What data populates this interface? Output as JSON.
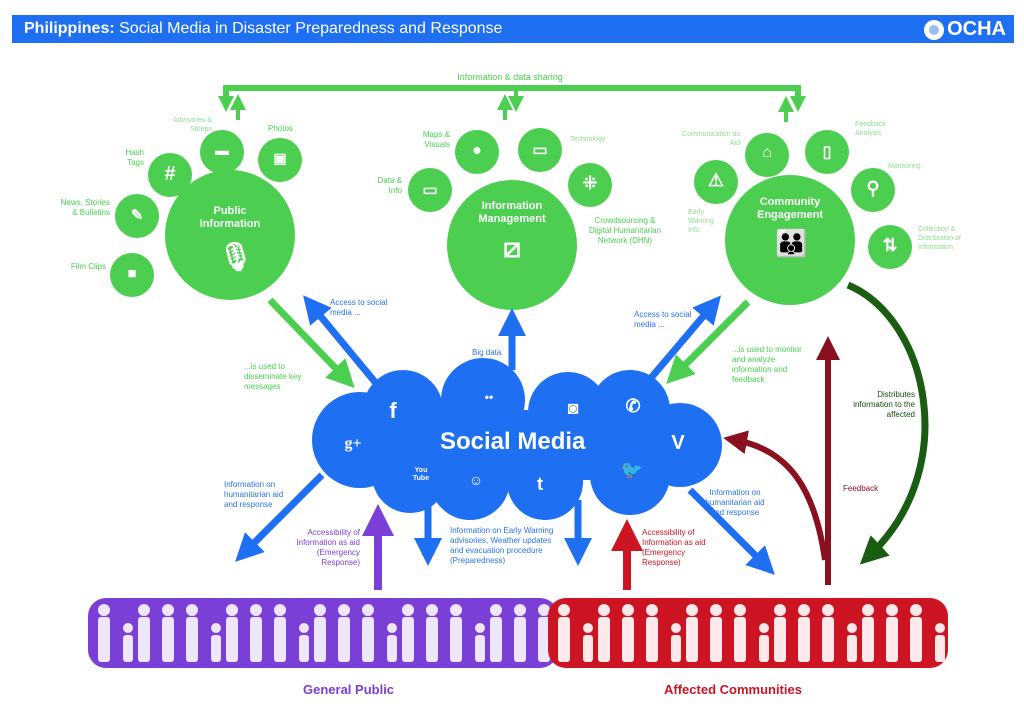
{
  "header": {
    "title_bold": "Philippines:",
    "title_rest": " Social Media in Disaster Preparedness and Response",
    "logo_text": "OCHA",
    "logo_icon": "un-emblem-icon"
  },
  "colors": {
    "header_blue": "#1f6ff2",
    "green": "#4ccf50",
    "social_blue": "#1f6ff2",
    "purple": "#7a3fd6",
    "red": "#cc1422",
    "dark_red": "#8a1020",
    "dark_green": "#1a5c12"
  },
  "top_bar": {
    "label": "Information & data sharing"
  },
  "hubs": {
    "public_information": {
      "title_line1": "Public",
      "title_line2": "Information",
      "satellites": [
        {
          "label": "Advisories & Sitreps",
          "icon": "speech-bubble-icon"
        },
        {
          "label": "Photos",
          "icon": "camera-icon"
        },
        {
          "label": "Hash Tags",
          "icon": "hashtag-icon"
        },
        {
          "label": "News, Stories & Bulletins",
          "icon": "document-edit-icon"
        },
        {
          "label": "Film Clips",
          "icon": "video-camera-icon"
        }
      ]
    },
    "information_management": {
      "title_line1": "Information",
      "title_line2": "Management",
      "satellites": [
        {
          "label": "Maps & Visuals",
          "icon": "map-pin-icon"
        },
        {
          "label": "Technology",
          "icon": "laptop-icon"
        },
        {
          "label": "Data & Info",
          "icon": "folder-icon"
        },
        {
          "label": "Crowdsourcing & Digital Humanitarian Network (DHN)",
          "icon": "network-icon"
        }
      ]
    },
    "community_engagement": {
      "title_line1": "Community",
      "title_line2": "Engagement",
      "satellites": [
        {
          "label": "Communication as Aid",
          "icon": "radio-aid-icon"
        },
        {
          "label": "Feedback Analysis",
          "icon": "clipboard-icon"
        },
        {
          "label": "Monitoring",
          "icon": "magnifier-icon"
        },
        {
          "label": "Early Warning Info",
          "icon": "warning-icon"
        },
        {
          "label": "Collection & Distribution of Information",
          "icon": "up-down-arrows-icon"
        }
      ]
    }
  },
  "social_media": {
    "title": "Social Media",
    "platforms": [
      {
        "name": "facebook",
        "glyph": "f"
      },
      {
        "name": "flickr",
        "glyph": "••"
      },
      {
        "name": "instagram",
        "glyph": "◙"
      },
      {
        "name": "whatsapp",
        "glyph": "✆"
      },
      {
        "name": "google-plus",
        "glyph": "g+"
      },
      {
        "name": "vine",
        "glyph": "V"
      },
      {
        "name": "youtube",
        "glyph": "You Tube"
      },
      {
        "name": "reddit",
        "glyph": "☺"
      },
      {
        "name": "tumblr",
        "glyph": "t"
      },
      {
        "name": "twitter",
        "glyph": "🐦"
      }
    ]
  },
  "flows": {
    "access_left": "Access to social media ...",
    "disseminate": "...is used to disseminate key messages",
    "big_data": "Big data",
    "access_right": "Access to social media ...",
    "monitor": "...is used to monitor and analyze information and feedback",
    "distributes": "Distributes information to the affected",
    "feedback": "Feedback",
    "info_aid_left": "Information on humanitarian aid and response",
    "accessibility_left": "Accessibility of Information as aid (Emergency Response)",
    "early_warning": "Information on Early Warning advisories, Weather updates and evacuation procedure (Preparedness)",
    "accessibility_right": "Accessibility of Information as aid (Emergency Response)",
    "info_aid_right": "Information on humanitarian aid and response"
  },
  "groups": {
    "general_public": "General Public",
    "affected_communities": "Affected Communities"
  }
}
